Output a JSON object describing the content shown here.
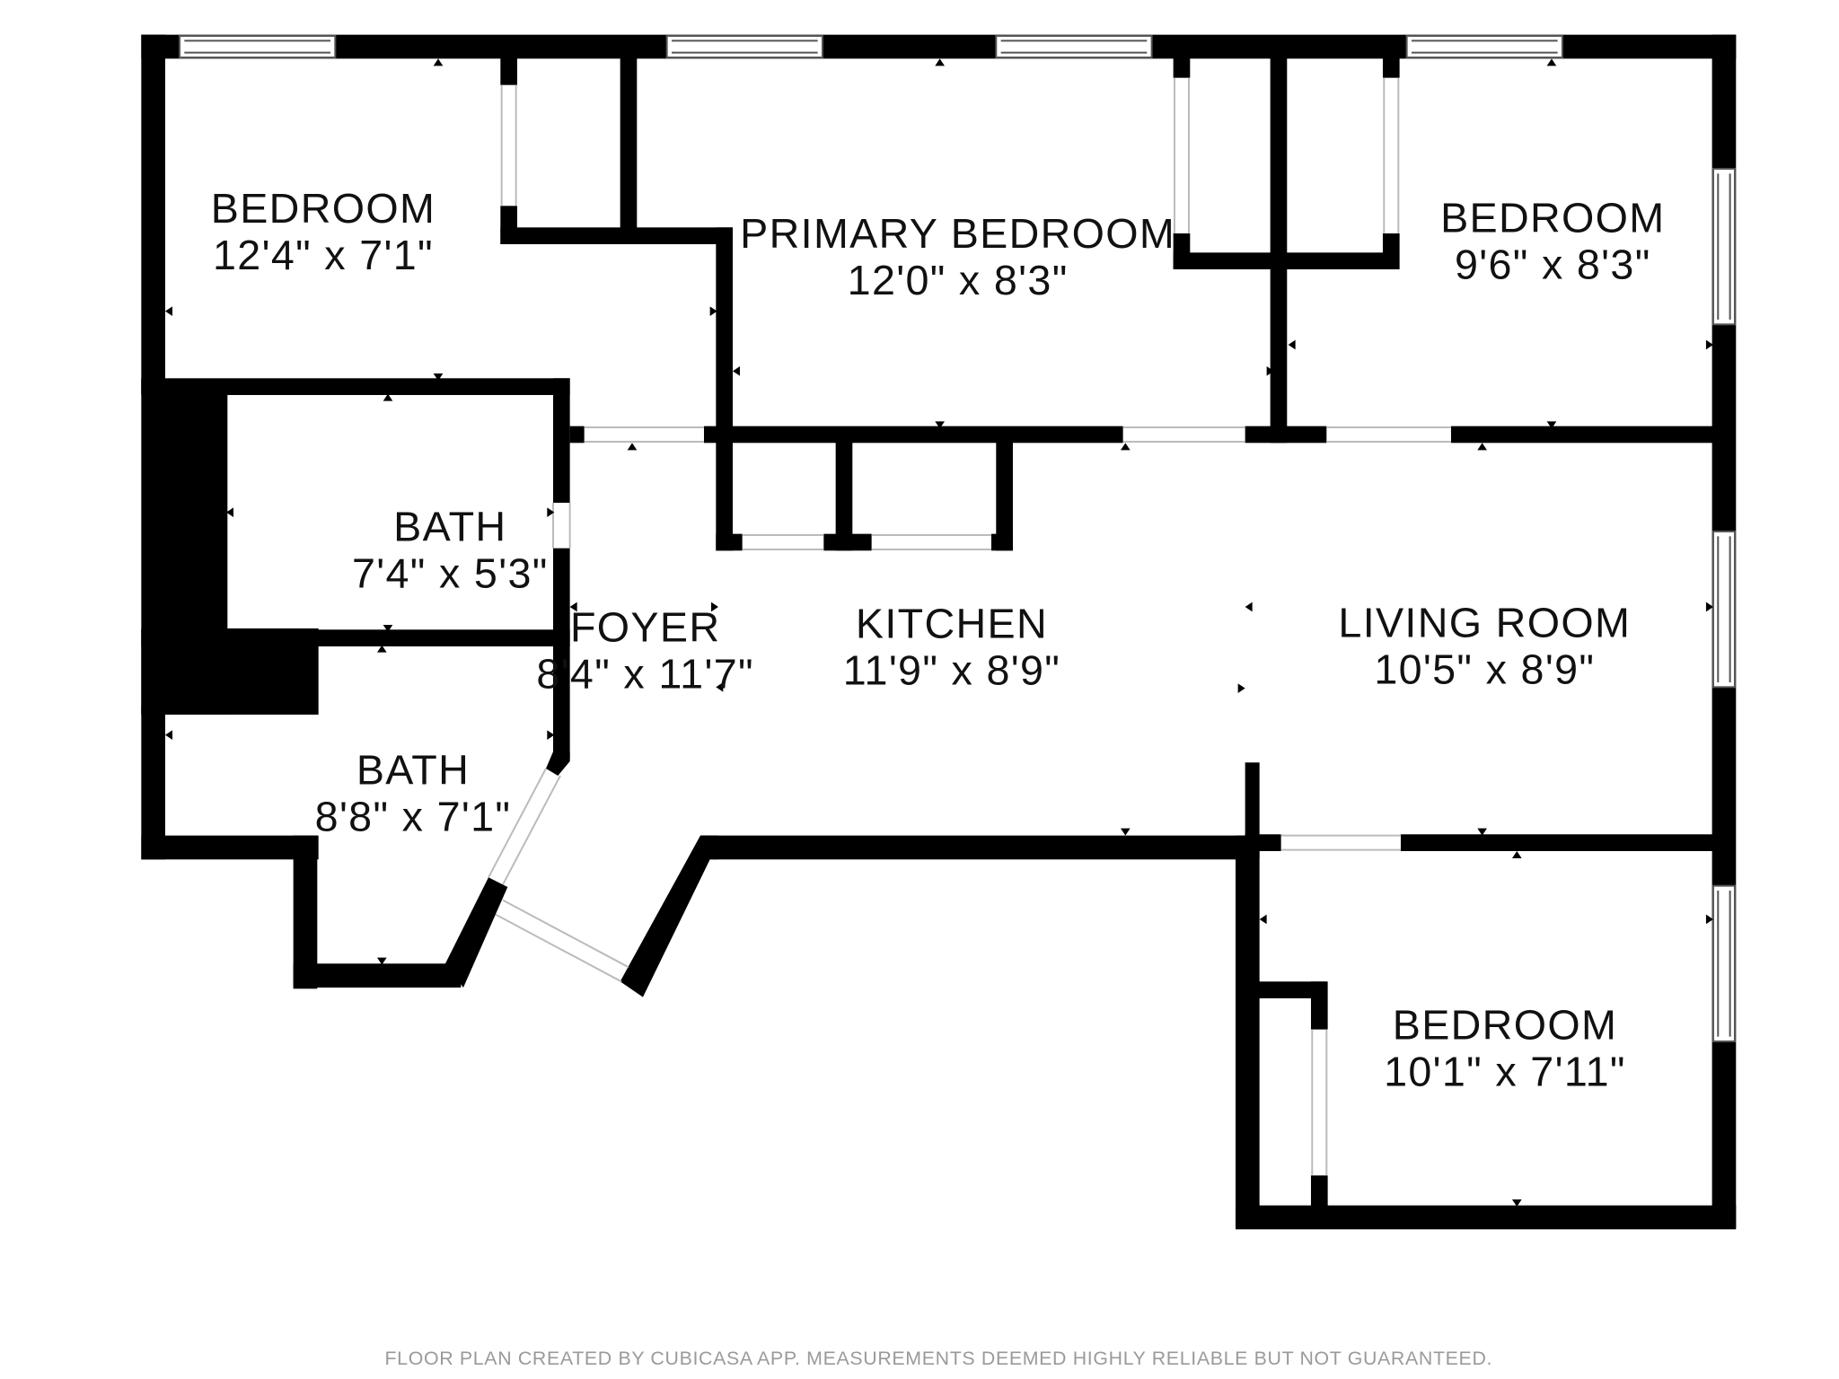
{
  "colors": {
    "wall": "#000000",
    "background": "#ffffff",
    "window_frame": "#555555",
    "disclaimer": "#9a9a9a"
  },
  "rooms": {
    "bedroom_nw": {
      "name": "BEDROOM",
      "dims": "12'4\" x 7'1\""
    },
    "primary_bedroom": {
      "name": "PRIMARY BEDROOM",
      "dims": "12'0\" x 8'3\""
    },
    "bedroom_ne": {
      "name": "BEDROOM",
      "dims": "9'6\" x 8'3\""
    },
    "bath_upper": {
      "name": "BATH",
      "dims": "7'4\" x 5'3\""
    },
    "foyer": {
      "name": "FOYER",
      "dims": "8'4\" x 11'7\""
    },
    "kitchen": {
      "name": "KITCHEN",
      "dims": "11'9\" x 8'9\""
    },
    "living_room": {
      "name": "LIVING ROOM",
      "dims": "10'5\" x 8'9\""
    },
    "bath_lower": {
      "name": "BATH",
      "dims": "8'8\" x 7'1\""
    },
    "bedroom_se": {
      "name": "BEDROOM",
      "dims": "10'1\" x 7'11\""
    }
  },
  "footer": {
    "disclaimer": "FLOOR PLAN CREATED BY CUBICASA APP. MEASUREMENTS DEEMED HIGHLY RELIABLE BUT NOT GUARANTEED."
  }
}
